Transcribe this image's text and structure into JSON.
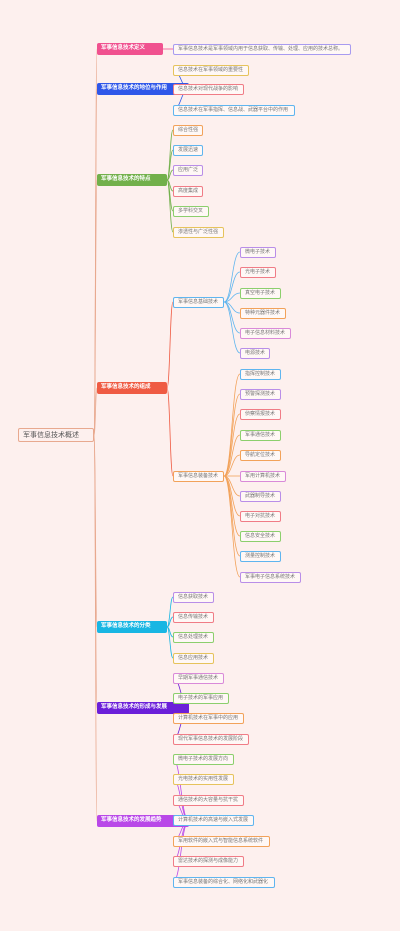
{
  "root": {
    "label": "军事信息技术概述"
  },
  "branches": [
    {
      "label": "军事信息技术定义",
      "color": "#f0518f",
      "children": [
        {
          "label": "军事信息技术是军事领域内用于信息获取、传输、处理、应用的技术总称。",
          "color": "#a89bf0"
        }
      ]
    },
    {
      "label": "军事信息技术的地位与作用",
      "color": "#2f57e9",
      "children": [
        {
          "label": "信息技术在军事领域的重要性",
          "color": "#e6c35c"
        },
        {
          "label": "信息技术对现代战争的影响",
          "color": "#f07c86"
        },
        {
          "label": "信息技术在军事指挥、信息战、武器平台中的作用",
          "color": "#5fb5ef"
        }
      ]
    },
    {
      "label": "军事信息技术的特点",
      "color": "#72b04b",
      "children": [
        {
          "label": "综合性强",
          "color": "#f2a25a"
        },
        {
          "label": "发展迅速",
          "color": "#5fb5ef"
        },
        {
          "label": "应用广泛",
          "color": "#b98ee8"
        },
        {
          "label": "高度集成",
          "color": "#f07c86"
        },
        {
          "label": "多学科交叉",
          "color": "#8ccf6d"
        },
        {
          "label": "渗透性与广泛性强",
          "color": "#e6c35c"
        }
      ]
    },
    {
      "label": "军事信息技术的组成",
      "color": "#ef5b43",
      "children": [
        {
          "label": "军事信息基础技术",
          "color": "#5fb5ef",
          "children": [
            {
              "label": "微电子技术",
              "color": "#b98ee8"
            },
            {
              "label": "光电子技术",
              "color": "#f07c86"
            },
            {
              "label": "真空电子技术",
              "color": "#8ccf6d"
            },
            {
              "label": "特种元器件技术",
              "color": "#f2a25a"
            },
            {
              "label": "电子信息材料技术",
              "color": "#d98ad9"
            },
            {
              "label": "电源技术",
              "color": "#b98ee8"
            }
          ]
        },
        {
          "label": "军事信息装备技术",
          "color": "#f2a25a",
          "children": [
            {
              "label": "指挥控制技术",
              "color": "#5fb5ef"
            },
            {
              "label": "预警探测技术",
              "color": "#b98ee8"
            },
            {
              "label": "侦察情报技术",
              "color": "#f07c86"
            },
            {
              "label": "军事通信技术",
              "color": "#8ccf6d"
            },
            {
              "label": "导航定位技术",
              "color": "#f2a25a"
            },
            {
              "label": "军用计算机技术",
              "color": "#d98ad9"
            },
            {
              "label": "武器制导技术",
              "color": "#b98ee8"
            },
            {
              "label": "电子对抗技术",
              "color": "#f07c86"
            },
            {
              "label": "信息安全技术",
              "color": "#8ccf6d"
            },
            {
              "label": "测量控制技术",
              "color": "#5fb5ef"
            },
            {
              "label": "军事电子信息系统技术",
              "color": "#b98ee8"
            }
          ]
        }
      ]
    },
    {
      "label": "军事信息技术的分类",
      "color": "#18b6e3",
      "children": [
        {
          "label": "信息获取技术",
          "color": "#b98ee8"
        },
        {
          "label": "信息传输技术",
          "color": "#f07c86"
        },
        {
          "label": "信息处理技术",
          "color": "#8ccf6d"
        },
        {
          "label": "信息应用技术",
          "color": "#e6c35c"
        }
      ]
    },
    {
      "label": "军事信息技术的形成与发展",
      "color": "#6b1fd9",
      "children": [
        {
          "label": "早期军事通信技术",
          "color": "#d98ad9"
        },
        {
          "label": "电子技术的军事应用",
          "color": "#8ccf6d"
        },
        {
          "label": "计算机技术在军事中的应用",
          "color": "#f2a25a"
        },
        {
          "label": "现代军事信息技术的发展阶段",
          "color": "#f07c86"
        }
      ]
    },
    {
      "label": "军事信息技术的发展趋势",
      "color": "#b948e8",
      "children": [
        {
          "label": "微电子技术的发展方向",
          "color": "#8ccf6d"
        },
        {
          "label": "光电技术的实用性发展",
          "color": "#e6c35c"
        },
        {
          "label": "通信技术的大容量与抗干扰",
          "color": "#f07c86"
        },
        {
          "label": "计算机技术的高速与嵌入式发展",
          "color": "#5fb5ef"
        },
        {
          "label": "军用软件的嵌入式与智能信息系统软件",
          "color": "#f2a25a"
        },
        {
          "label": "雷达技术的探测与成像能力",
          "color": "#f07c86"
        },
        {
          "label": "军事信息装备的综合化、网络化和武器化",
          "color": "#5fb5ef"
        }
      ]
    }
  ]
}
